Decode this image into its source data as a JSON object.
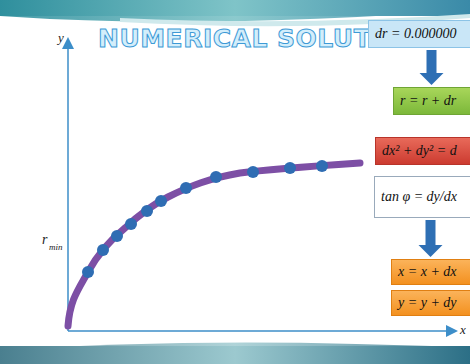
{
  "diagram": {
    "title": "NUMERICAL SOLUTION",
    "nodes": [
      {
        "text": [
          "dr = 0.000000"
        ]
      },
      {
        "text": [
          "r = r + dr"
        ]
      },
      {
        "text": [
          "dx² + dy² = d"
        ]
      },
      {
        "text": [
          "tan φ = dy/dx"
        ]
      },
      {
        "text": [
          "x = x + dx"
        ]
      },
      {
        "text": [
          "y = y + dy"
        ]
      }
    ],
    "edges": [
      {
        "from": 0,
        "to": 1,
        "arrow": "to"
      },
      {
        "from": 3,
        "to": 4,
        "arrow": "to"
      }
    ],
    "labels": [
      "y",
      "x",
      "r",
      "min"
    ]
  }
}
